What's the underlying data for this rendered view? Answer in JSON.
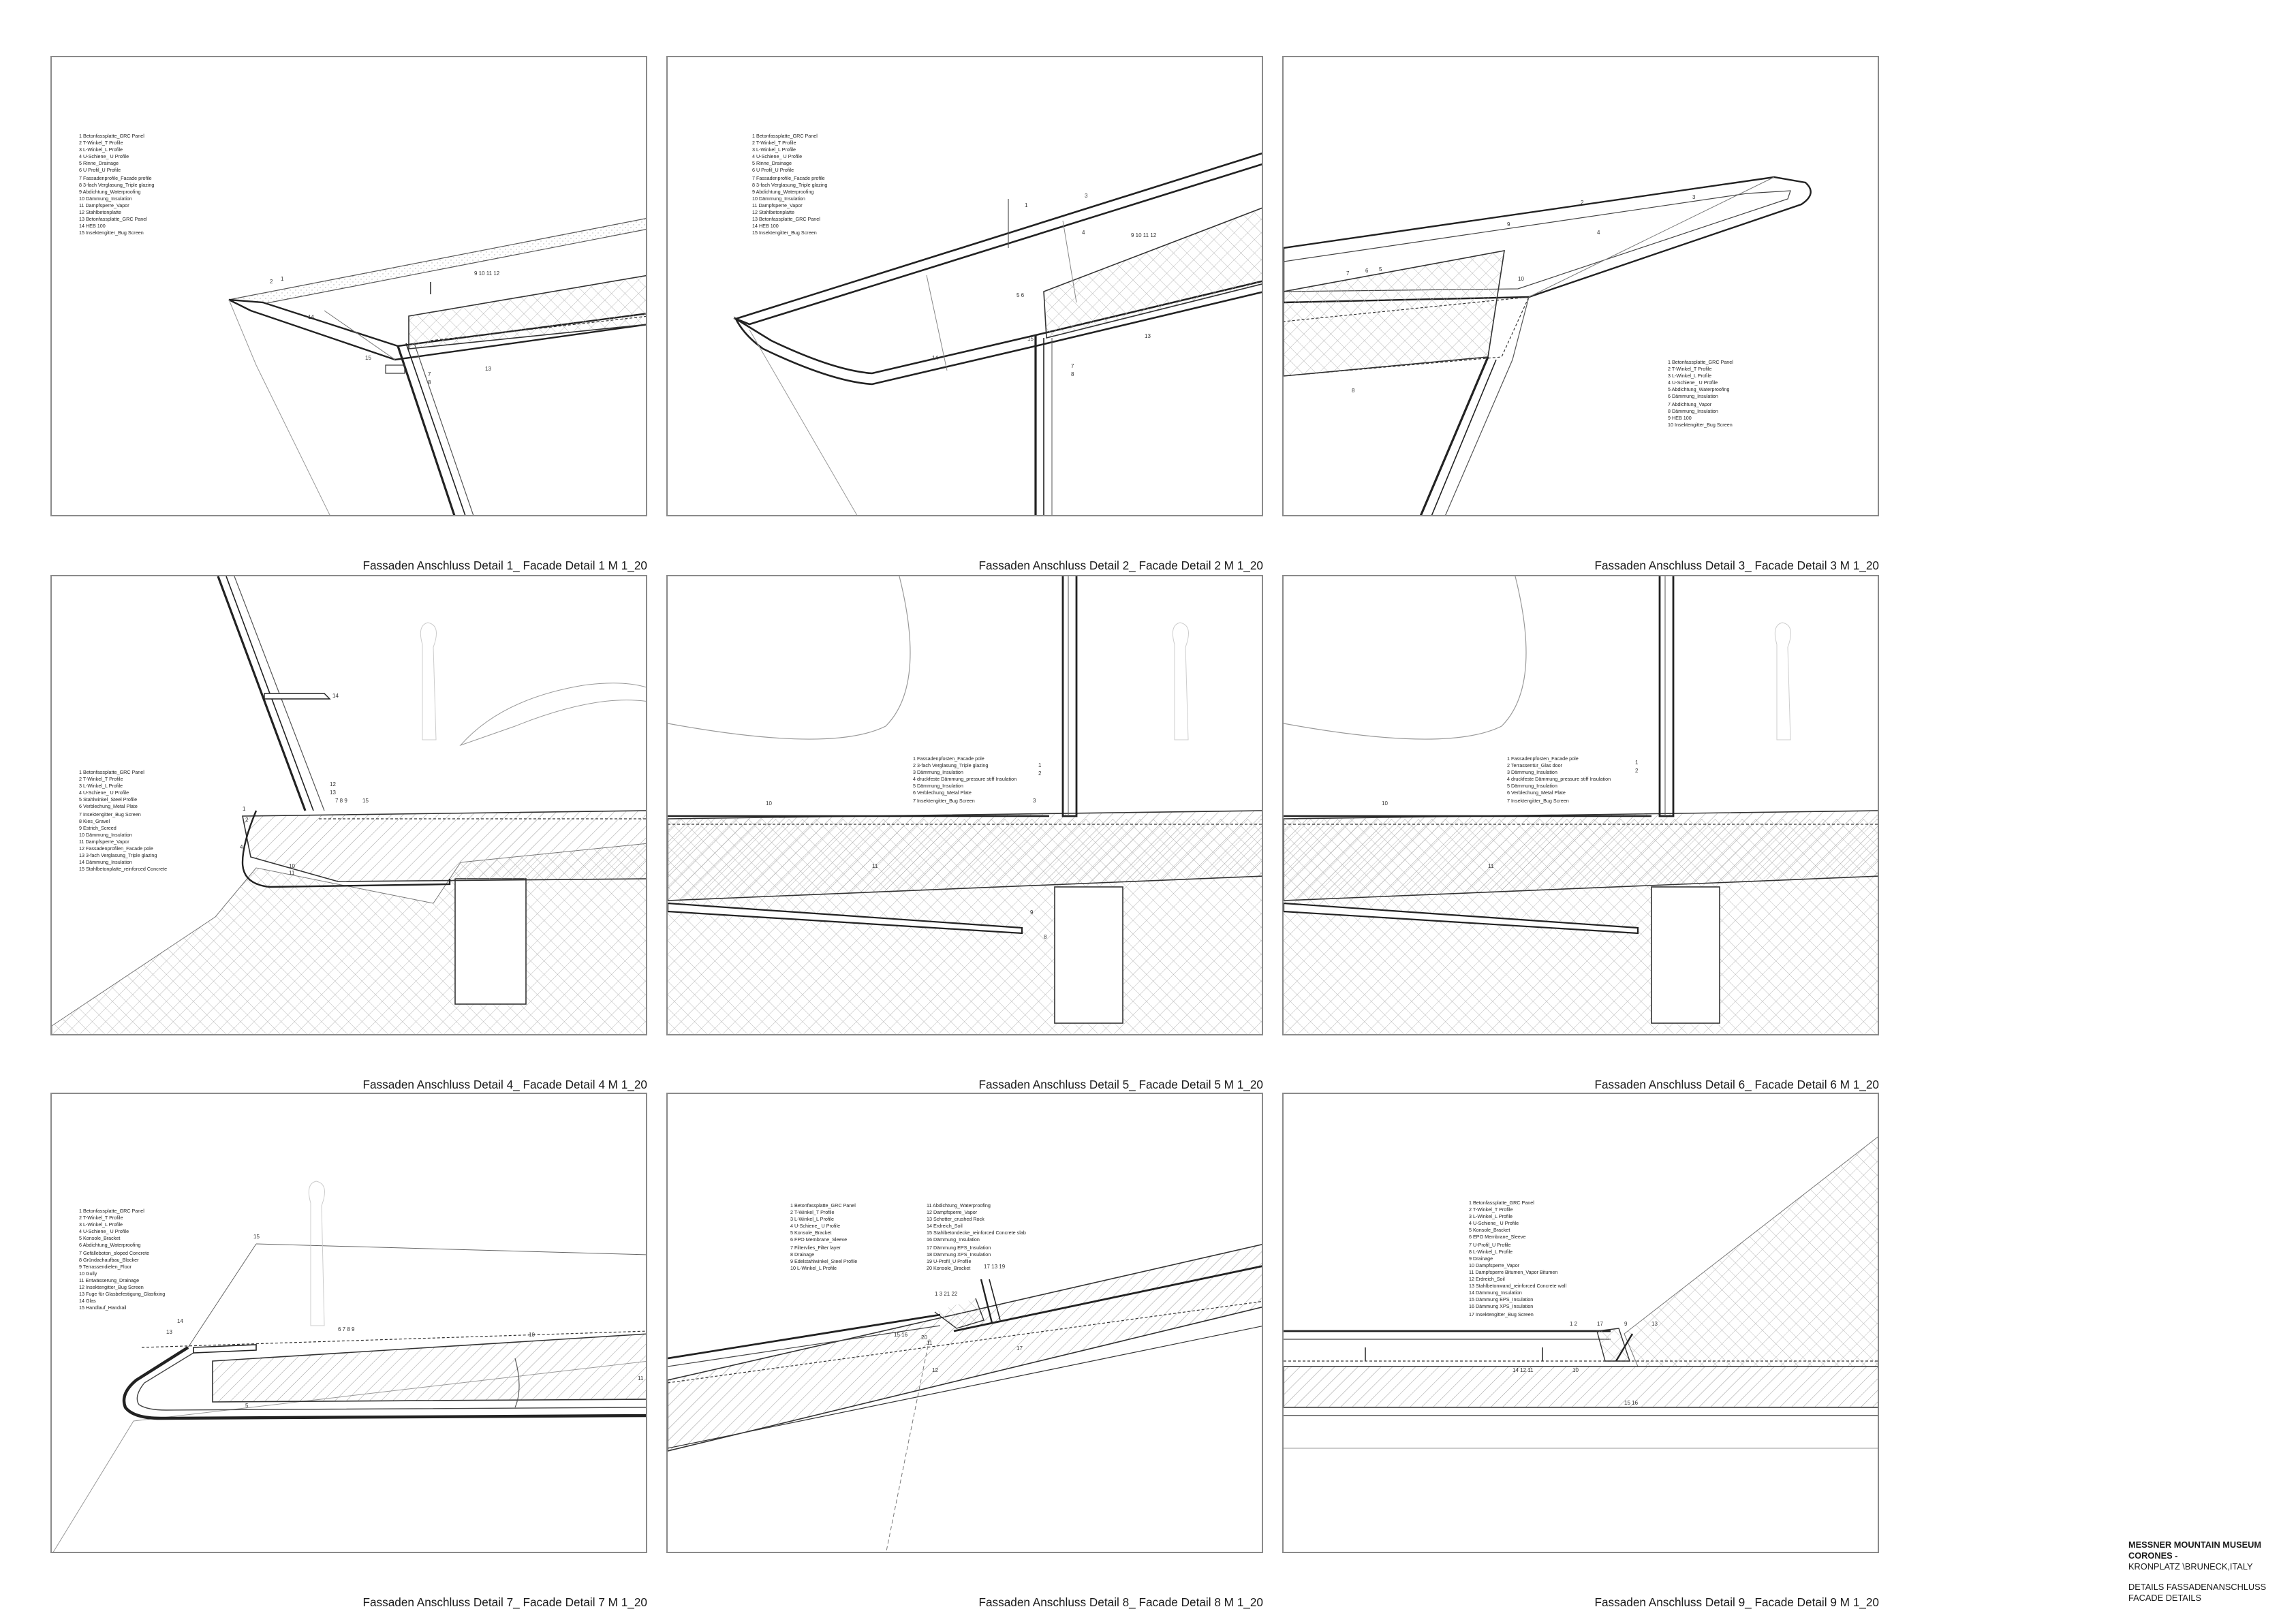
{
  "sheet": {
    "title_line1": "MESSNER MOUNTAIN MUSEUM",
    "title_line2": "CORONES -",
    "location": "KRONPLATZ \\BRUNECK,ITALY",
    "subtitle_de": "DETAILS FASSADENANSCHLUSS",
    "subtitle_en": "FACADE DETAILS"
  },
  "panels": [
    {
      "caption": "Fassaden Anschluss Detail 1_ Facade Detail 1 M 1_20",
      "legend": [
        "1 Betonfassplatte_GRC Panel",
        "2 T-Winkel_T Profile",
        "3 L-Winkel_L Profile",
        "4 U-Schiene_ U Profile",
        "5 Rinne_Drainage",
        "6 U Profil_U Profile",
        "7 Fassadenprofile_Facade profile",
        "8 3-fach Verglasung_Triple glazing",
        "9 Abdichtung_Waterproofing",
        "10 Dämmung_Insulation",
        "11 Dampfsperre_Vapor",
        "12 Stahlbetonplatte",
        "13 Betonfassplatte_GRC Panel",
        "14 HEB 100",
        "15 Insektengitter_Bug Screen"
      ]
    },
    {
      "caption": "Fassaden Anschluss Detail 2_ Facade Detail 2 M 1_20",
      "legend": [
        "1 Betonfassplatte_GRC Panel",
        "2 T-Winkel_T Profile",
        "3 L-Winkel_L Profile",
        "4 U-Schiene_ U Profile",
        "5 Rinne_Drainage",
        "6 U Profil_U Profile",
        "7 Fassadenprofile_Facade profile",
        "8 3-fach Verglasung_Triple glazing",
        "9 Abdichtung_Waterproofing",
        "10 Dämmung_Insulation",
        "11 Dampfsperre_Vapor",
        "12 Stahlbetonplatte",
        "13 Betonfassplatte_GRC Panel",
        "14 HEB 100",
        "15 Insektengitter_Bug Screen"
      ]
    },
    {
      "caption": "Fassaden Anschluss Detail 3_ Facade Detail 3 M 1_20",
      "legend": [
        "1 Betonfassplatte_GRC Panel",
        "2 T-Winkel_T Profile",
        "3 L-Winkel_L Profile",
        "4 U-Schiene_ U Profile",
        "5 Abdichtung_Waterproofing",
        "6 Dämmung_Insulation",
        "7 Abdichtung_Vapor",
        "8 Dämmung_Insulation",
        "9 HEB 100",
        "10 Insektengitter_Bug Screen"
      ]
    },
    {
      "caption": "Fassaden Anschluss Detail 4_ Facade Detail 4 M 1_20",
      "legend": [
        "1 Betonfassplatte_GRC Panel",
        "2 T-Winkel_T Profile",
        "3 L-Winkel_L Profile",
        "4 U-Schiene_ U Profile",
        "5 Stahlwinkel_Steel Profile",
        "6 Verblechung_Metal Plate",
        "7 Insektengitter_Bug Screen",
        "8 Kies_Gravel",
        "9 Estrich_Screed",
        "10 Dämmung_Insulation",
        "11 Dampfsperre_Vapor",
        "12 Fassadenprofilen_Facade pole",
        "13 3-fach Verglasung_Triple glazing",
        "14 Dämmung_Insulation",
        "15 Stahlbetonplatte_reinforced Concrete"
      ]
    },
    {
      "caption": "Fassaden Anschluss Detail 5_ Facade Detail 5 M 1_20",
      "legend": [
        "1 Fassadenpfosten_Facade pole",
        "2 3-fach Verglasung_Triple glazing",
        "3 Dämmung_Insulation",
        "4 druckfeste Dämmung_pressure stiff Insulation",
        "5 Dämmung_Insulation",
        "6 Verblechung_Metal Plate",
        "7 Insektengitter_Bug Screen"
      ]
    },
    {
      "caption": "Fassaden Anschluss Detail 6_ Facade Detail 6 M 1_20",
      "legend": [
        "1 Fassadenpfosten_Facade pole",
        "2 Terrassentür_Glas door",
        "3 Dämmung_Insulation",
        "4 druckfeste Dämmung_pressure stiff Insulation",
        "5 Dämmung_Insulation",
        "6 Verblechung_Metal Plate",
        "7 Insektengitter_Bug Screen"
      ]
    },
    {
      "caption": "Fassaden Anschluss Detail 7_ Facade Detail 7 M 1_20",
      "legend": [
        "1 Betonfassplatte_GRC Panel",
        "2 T-Winkel_T Profile",
        "3 L-Winkel_L Profile",
        "4 U-Schiene_ U Profile",
        "5 Konsole_Bracket",
        "6 Abdichtung_Waterproofing",
        "7 Gefälleboton_sloped Concrete",
        "8 Gründachaufbau_Blocker",
        "9 Terrassendielen_Floor",
        "10 Gully",
        "11 Entwässerung_Drainage",
        "12 Insektengitter_Bug Screen",
        "13 Fuge für Glasbefestigung_Glasfixing",
        "14 Glas",
        "15 Handlauf_Handrail"
      ]
    },
    {
      "caption": "Fassaden Anschluss Detail 8_ Facade Detail 8 M 1_20",
      "legend": [
        "1 Betonfassplatte_GRC Panel",
        "2 T-Winkel_T Profile",
        "3 L-Winkel_L Profile",
        "4 U-Schiene_ U Profile",
        "5 Konsole_Bracket",
        "6 FPO Membrane_Sleeve",
        "7 Filtervlies_Filter layer",
        "8 Drainage",
        "9 Edelstahlwinkel_Steel Profile",
        "10 L-Winkel_L Profile",
        "11 Abdichtung_Waterproofing",
        "12 Dampfsperre_Vapor",
        "13 Schotter_crushed Rock",
        "14 Erdreich_Soil",
        "15 Stahlbetondecke_reinforced Concrete slab",
        "16 Dämmung_Insulation",
        "17 Dämmung EPS_Insulation",
        "18 Dämmung XPS_Insulation",
        "19 U-Profil_U Profile",
        "20 Konsole_Bracket"
      ]
    },
    {
      "caption": "Fassaden Anschluss Detail 9_ Facade Detail 9 M 1_20",
      "legend": [
        "1 Betonfassplatte_GRC Panel",
        "2 T-Winkel_T Profile",
        "3 L-Winkel_L Profile",
        "4 U-Schiene_ U Profile",
        "5 Konsole_Bracket",
        "6 EPO Membrane_Sleeve",
        "7 U-Profil_U Profile",
        "8 L-Winkel_L Profile",
        "9 Drainage",
        "10 Dampfsperre_Vapor",
        "11 Dampfsperre Bitumen_Vapor Bitumen",
        "12 Erdreich_Soil",
        "13 Stahlbetonwand_reinforced Concrete wall",
        "14 Dämmung_Insulation",
        "15 Dämmung EPS_Insulation",
        "16 Dämmung XPS_Insulation",
        "17 Insektengitter_Bug Screen"
      ]
    }
  ]
}
